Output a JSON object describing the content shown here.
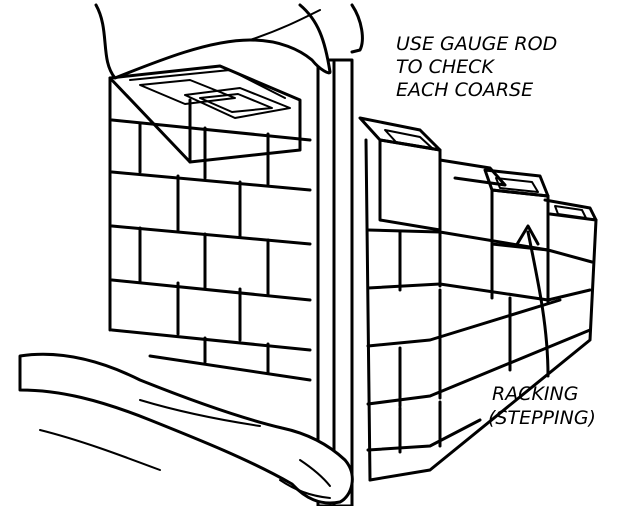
{
  "labels": {
    "gauge_rod_line1": "USE GAUGE ROD",
    "gauge_rod_line2": "TO CHECK",
    "gauge_rod_line3": "EACH COARSE",
    "racking_line1": "RACKING",
    "racking_line2": "(STEPPING)"
  },
  "colors": {
    "ink": "#000000",
    "paper": "#ffffff"
  }
}
